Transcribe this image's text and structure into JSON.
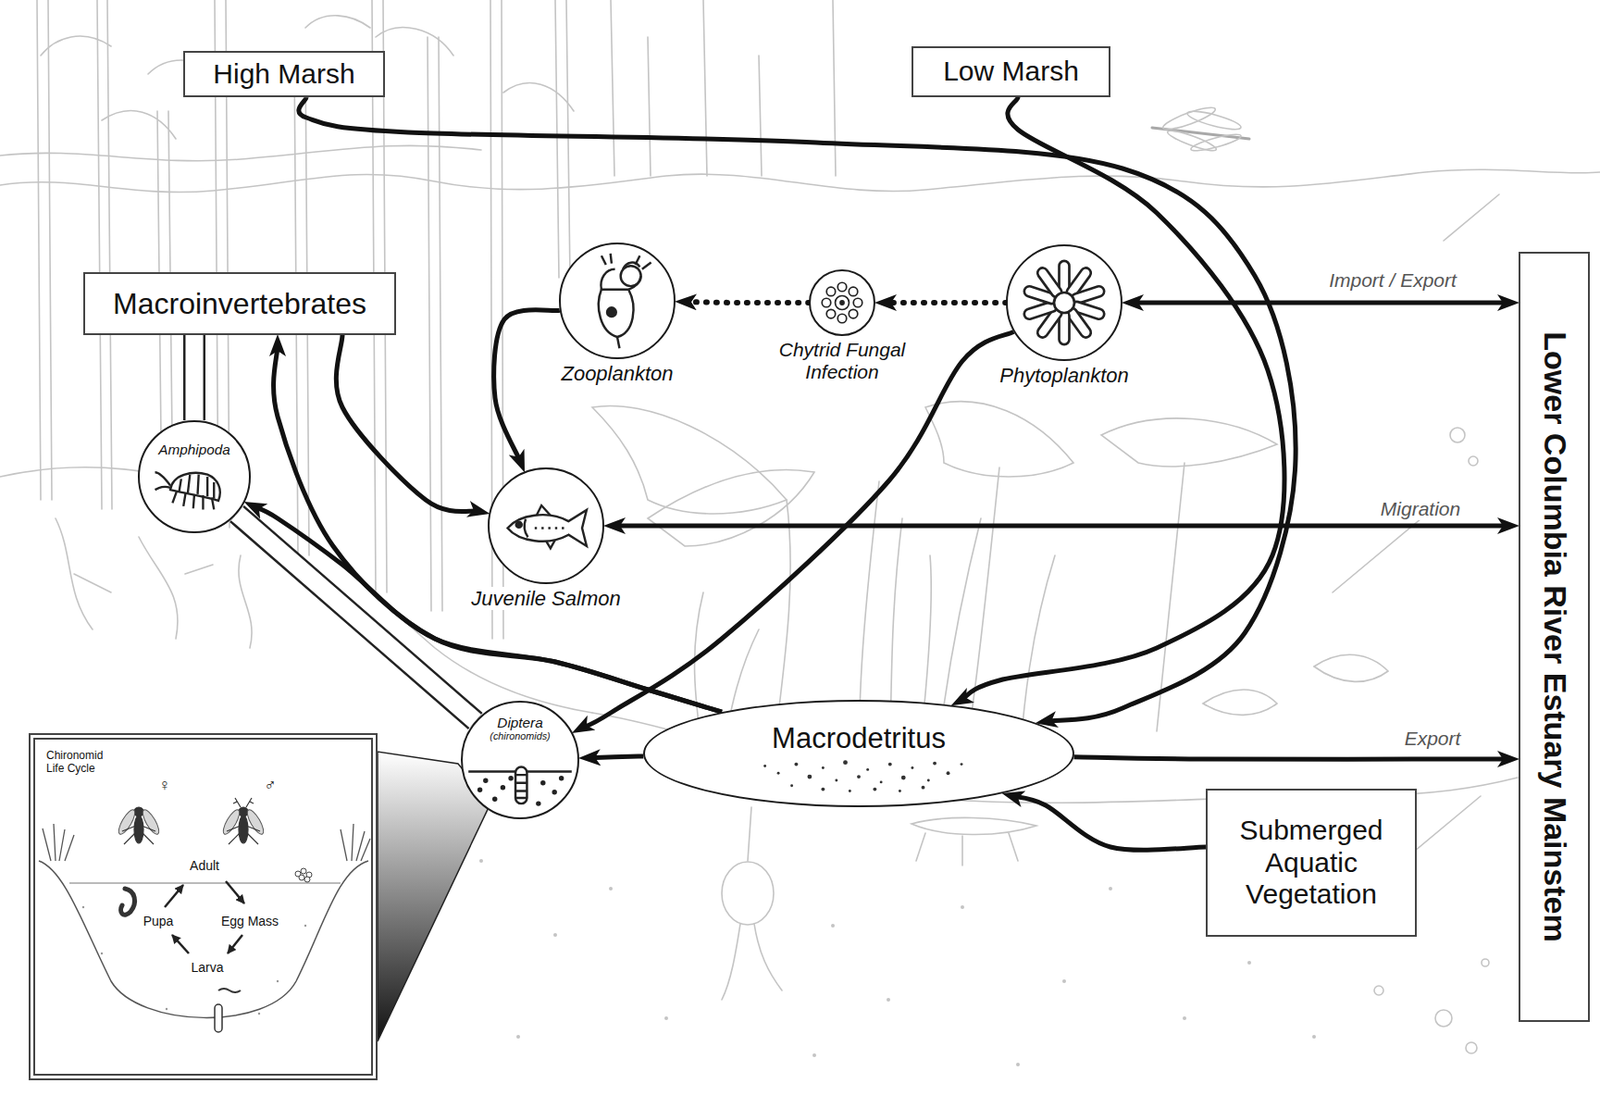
{
  "diagram": {
    "nodes": [
      {
        "text": [
          "High Marsh"
        ]
      },
      {
        "text": [
          "Low Marsh"
        ]
      },
      {
        "text": [
          "Macroinvertebrates"
        ]
      },
      {
        "text": [
          "Zooplankton"
        ]
      },
      {
        "text": [
          "Chytrid Fungal Infection"
        ]
      },
      {
        "text": [
          "Phytoplankton"
        ]
      },
      {
        "text": [
          "Amphipoda"
        ]
      },
      {
        "text": [
          "Juvenile Salmon"
        ]
      },
      {
        "text": [
          "Diptera",
          "(chironomids)"
        ]
      },
      {
        "text": [
          "Macrodetritus"
        ]
      },
      {
        "text": [
          "Submerged Aquatic Vegetation"
        ]
      },
      {
        "text": [
          "Lower Columbia River Estuary Mainstem"
        ]
      },
      {
        "text": [
          "Chironomid Life Cycle"
        ]
      }
    ],
    "edges": [
      {
        "from": 0,
        "to": 9,
        "arrow": "to"
      },
      {
        "from": 1,
        "to": 9,
        "arrow": "to"
      },
      {
        "from": 5,
        "to": 4,
        "arrow": "to"
      },
      {
        "from": 4,
        "to": 3,
        "arrow": "to"
      },
      {
        "from": 3,
        "to": 7,
        "arrow": "to"
      },
      {
        "from": 2,
        "to": 7,
        "arrow": "to"
      },
      {
        "from": 5,
        "to": 8,
        "arrow": "to"
      },
      {
        "from": 9,
        "to": 8,
        "arrow": "to"
      },
      {
        "from": 9,
        "to": 2,
        "arrow": "to"
      },
      {
        "from": 9,
        "to": 6,
        "arrow": "to"
      },
      {
        "from": 10,
        "to": 9,
        "arrow": "to"
      },
      {
        "from": 5,
        "to": 11,
        "label": "Import / Export",
        "arrow": "both"
      },
      {
        "from": 7,
        "to": 11,
        "label": "Migration",
        "arrow": "both"
      },
      {
        "from": 9,
        "to": 11,
        "label": "Export",
        "arrow": "to"
      },
      {
        "from": 2,
        "to": 6,
        "arrow": "none"
      },
      {
        "from": 6,
        "to": 8,
        "arrow": "none"
      }
    ],
    "labels": [
      "♀",
      "♂",
      "Adult",
      "Egg Mass",
      "Pupa",
      "Larva"
    ]
  }
}
